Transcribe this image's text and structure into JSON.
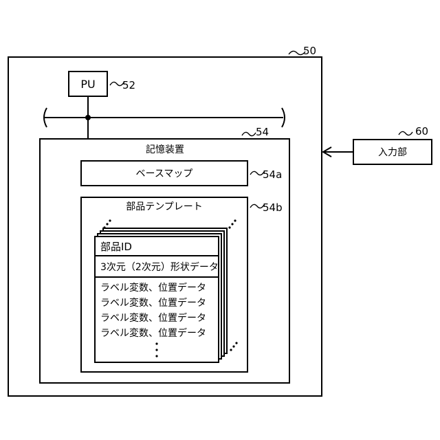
{
  "system": {
    "ref": "50"
  },
  "pu": {
    "label": "PU",
    "ref": "52"
  },
  "storage": {
    "title": "記憶装置",
    "ref": "54"
  },
  "base_map": {
    "label": "ベースマップ",
    "ref": "54a"
  },
  "templates": {
    "title": "部品テンプレート",
    "ref": "54b",
    "card": {
      "part_id": "部品ID",
      "shape_data": "3次元（2次元）形状データ",
      "label_rows": [
        "ラベル変数、位置データ",
        "ラベル変数、位置データ",
        "ラベル変数、位置データ",
        "ラベル変数、位置データ"
      ]
    }
  },
  "input_unit": {
    "label": "入力部",
    "ref": "60"
  }
}
